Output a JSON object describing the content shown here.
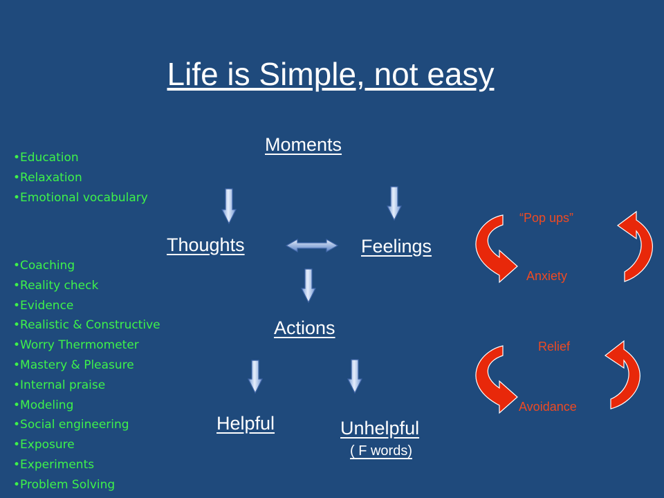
{
  "title": "Life is Simple, not easy",
  "nodes": {
    "moments": "Moments",
    "thoughts": "Thoughts",
    "feelings": "Feelings",
    "actions": "Actions",
    "helpful": "Helpful",
    "unhelpful": "Unhelpful",
    "unhelpful_note": "( F words)"
  },
  "list_top": [
    "•Education",
    "•Relaxation",
    "•Emotional vocabulary"
  ],
  "list_bottom": [
    "•Coaching",
    "•Reality check",
    "•Evidence",
    "•Realistic & Constructive",
    "•Worry Thermometer",
    "•Mastery & Pleasure",
    "•Internal praise",
    "•Modeling",
    "•Social engineering",
    "•Exposure",
    "•Experiments",
    "•Problem Solving"
  ],
  "cycle_top": {
    "top_label": "“Pop ups”",
    "bottom_label": "Anxiety"
  },
  "cycle_bottom": {
    "top_label": "Relief",
    "bottom_label": "Avoidance"
  },
  "colors": {
    "background": "#1f4a7c",
    "list_text": "#3ef24a",
    "cycle_text": "#ef4a22",
    "cycle_arrow": "#e8280a"
  }
}
